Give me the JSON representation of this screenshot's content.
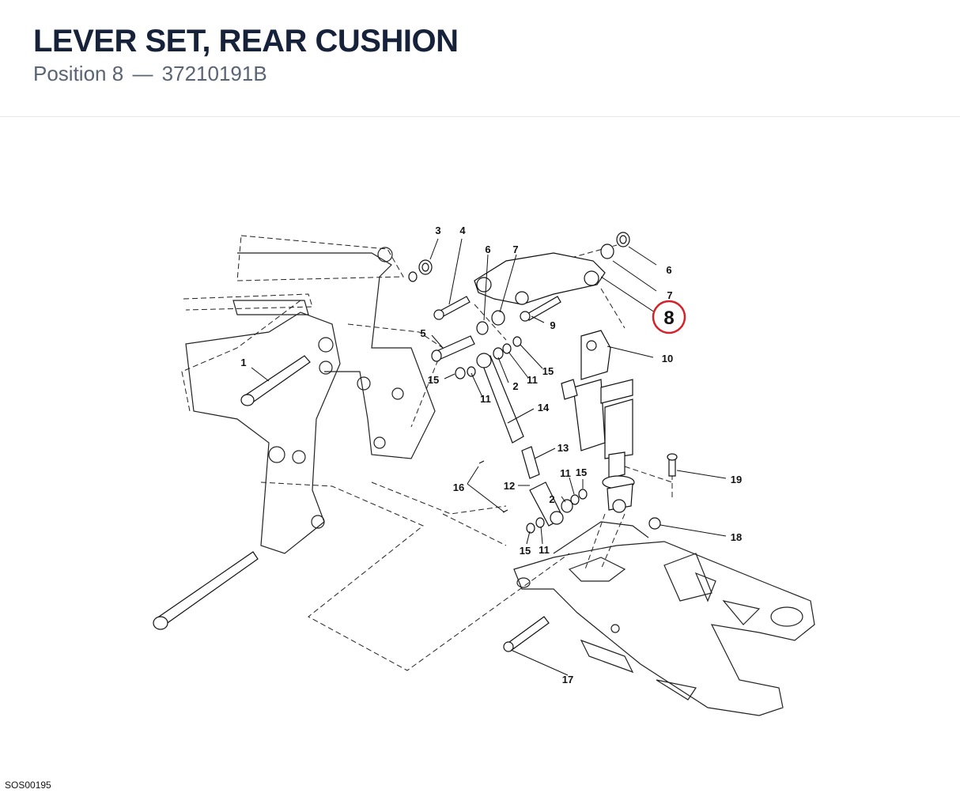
{
  "header": {
    "title": "LEVER SET, REAR CUSHION",
    "subtitle_prefix": "Position",
    "position": "8",
    "separator": "—",
    "part_number": "37210191B"
  },
  "diagram": {
    "callouts": [
      "1",
      "2",
      "2",
      "3",
      "4",
      "5",
      "6",
      "6",
      "7",
      "7",
      "9",
      "10",
      "11",
      "11",
      "11",
      "11",
      "12",
      "13",
      "14",
      "15",
      "15",
      "15",
      "15",
      "16",
      "17",
      "18",
      "19"
    ],
    "highlighted_callout": "8",
    "highlight_color": "#d3222a",
    "line_color": "#111111"
  },
  "footer": {
    "code": "SOS00195"
  }
}
